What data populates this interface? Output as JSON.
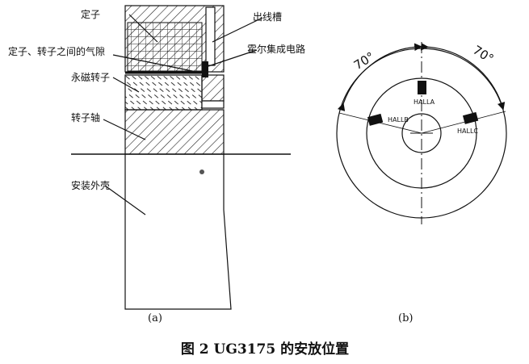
{
  "labels": {
    "stator": "定子",
    "slot": "出线槽",
    "air_gap": "定子、转子之间的气隙",
    "hall_ic": "霍尔集成电路",
    "pm_rotor": "永磁转子",
    "shaft": "转子轴",
    "housing": "安装外壳"
  },
  "panel_b": {
    "angle_left": "70°",
    "angle_right": "70°",
    "sensors": [
      "HALLA",
      "HALLB",
      "HALLC"
    ]
  },
  "sub_labels": {
    "a": "(a)",
    "b": "(b)"
  },
  "caption": "图 2  UG3175 的安放位置"
}
